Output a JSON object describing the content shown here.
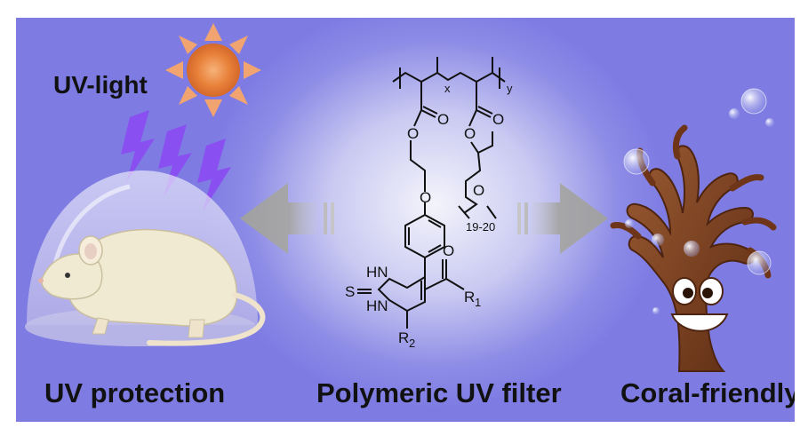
{
  "labels": {
    "uv_light": "UV-light",
    "left_caption": "UV protection",
    "center_caption": "Polymeric UV filter",
    "right_caption": "Coral-friendly"
  },
  "structure_labels": {
    "sub_x": "x",
    "sub_y": "y",
    "o_carbonyl_1": "O",
    "o_ester_1": "O",
    "o_carbonyl_2": "O",
    "o_ester_2": "O",
    "o_ether_peg": "O",
    "repeat_count": "19-20",
    "o_phenol_ether": "O",
    "nh_top": "HN",
    "nh_bottom": "HN",
    "s_atom": "S",
    "o_ketone": "O",
    "r1": "R",
    "r1_sub": "1",
    "r2": "R",
    "r2_sub": "2"
  },
  "colors": {
    "background_center": "#f4f4fb",
    "background_edge": "#7e7ce3",
    "lightning": "#8a4ff0",
    "sun": "#e8813a",
    "sun_rays": "#f1a46f",
    "arrows": "#a8a8a8",
    "coral": "#7a3f1e",
    "mouse": "#f1ead3",
    "dome": "#d6d3ef"
  }
}
